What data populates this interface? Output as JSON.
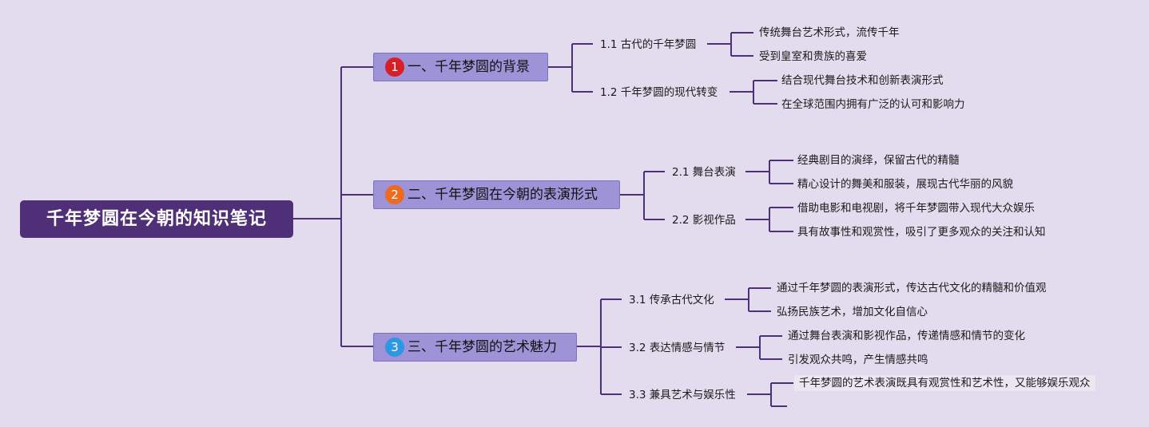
{
  "colors": {
    "background": "#e3dbee",
    "root_fill": "#4f2f78",
    "branch_fill": "#9d93d6",
    "connector": "#4d2f7a",
    "badge_1": "#d91f26",
    "badge_2": "#ee6a1e",
    "badge_3": "#2d97e4"
  },
  "root": {
    "title": "千年梦圆在今朝的知识笔记"
  },
  "branches": [
    {
      "badge": "1",
      "label": "一、千年梦圆的背景",
      "subs": [
        {
          "label": "1.1 古代的千年梦圆",
          "leaves": [
            "传统舞台艺术形式，流传千年",
            "受到皇室和贵族的喜爱"
          ]
        },
        {
          "label": "1.2 千年梦圆的现代转变",
          "leaves": [
            "结合现代舞台技术和创新表演形式",
            "在全球范围内拥有广泛的认可和影响力"
          ]
        }
      ]
    },
    {
      "badge": "2",
      "label": "二、千年梦圆在今朝的表演形式",
      "subs": [
        {
          "label": "2.1 舞台表演",
          "leaves": [
            "经典剧目的演绎，保留古代的精髓",
            "精心设计的舞美和服装，展现古代华丽的风貌"
          ]
        },
        {
          "label": "2.2 影视作品",
          "leaves": [
            "借助电影和电视剧，将千年梦圆带入现代大众娱乐",
            "具有故事性和观赏性，吸引了更多观众的关注和认知"
          ]
        }
      ]
    },
    {
      "badge": "3",
      "label": "三、千年梦圆的艺术魅力",
      "subs": [
        {
          "label": "3.1 传承古代文化",
          "leaves": [
            "通过千年梦圆的表演形式，传达古代文化的精髓和价值观",
            "弘扬民族艺术，增加文化自信心"
          ]
        },
        {
          "label": "3.2 表达情感与情节",
          "leaves": [
            "通过舞台表演和影视作品，传递情感和情节的变化",
            "引发观众共鸣，产生情感共鸣"
          ]
        },
        {
          "label": "3.3 兼具艺术与娱乐性",
          "leaves": [
            "千年梦圆的艺术表演既具有观赏性和艺术性，又能够娱乐观众"
          ]
        }
      ]
    }
  ]
}
